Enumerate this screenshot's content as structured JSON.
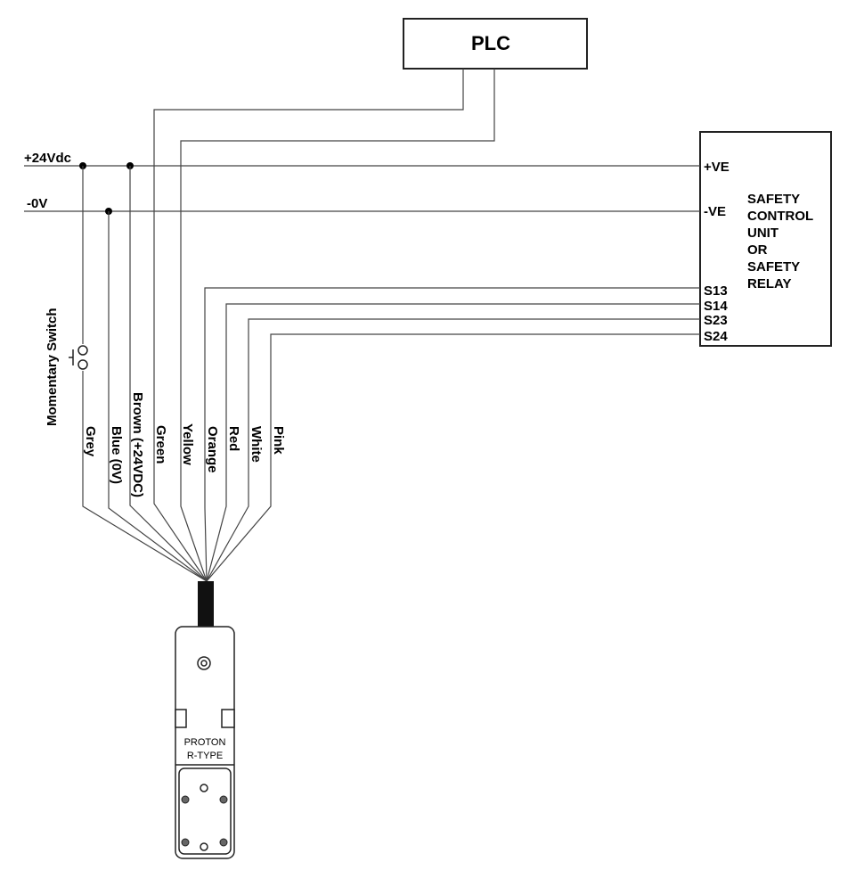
{
  "plc": {
    "label": "PLC"
  },
  "power": {
    "positive": "+24Vdc",
    "negative": "-0V"
  },
  "safety_unit": {
    "lines": [
      "SAFETY",
      "CONTROL",
      "UNIT",
      "OR",
      "SAFETY",
      "RELAY"
    ],
    "terminals": {
      "pos": "+VE",
      "neg": "-VE",
      "s13": "S13",
      "s14": "S14",
      "s23": "S23",
      "s24": "S24"
    }
  },
  "switch": {
    "label": "Momentary Switch"
  },
  "wires": [
    "Grey",
    "Blue (0V)",
    "Brown (+24VDC)",
    "Green",
    "Yellow",
    "Orange",
    "Red",
    "White",
    "Pink"
  ],
  "device": {
    "name": "PROTON",
    "type": "R-TYPE"
  }
}
